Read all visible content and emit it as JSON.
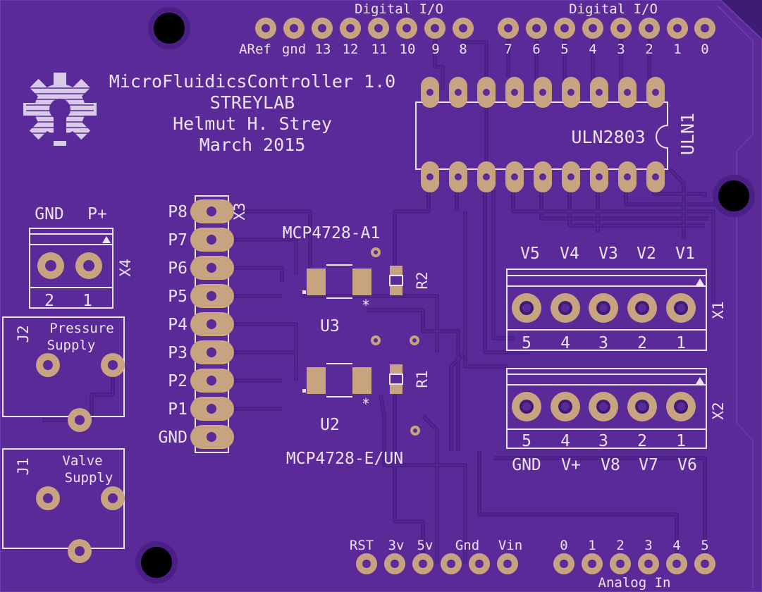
{
  "colors": {
    "background": "#3f1c74",
    "board": "#5a2a99",
    "trace": "#4a1f86",
    "trace_edge": "#6a38ad",
    "pad": "#c8a37f",
    "hole": "#5a2a99",
    "silk": "#ece3f6",
    "mount_hole": "#000000"
  },
  "logo": {
    "icon": "open-source-hardware-gear-icon"
  },
  "title_block": {
    "line1": "MicroFluidicsController 1.0",
    "line2": "STREYLAB",
    "line3": "Helmut H. Strey",
    "line4": "March 2015"
  },
  "headers": {
    "digital_label_left": "Digital I/O",
    "digital_label_right": "Digital I/O",
    "digital_pins_left": [
      "ARef",
      "gnd",
      "13",
      "12",
      "11",
      "10",
      "9",
      "8"
    ],
    "digital_pins_right": [
      "7",
      "6",
      "5",
      "4",
      "3",
      "2",
      "1",
      "0"
    ],
    "power_pins": [
      "RST",
      "3v",
      "5v",
      "Gnd",
      "Vin"
    ],
    "analog_pins": [
      "0",
      "1",
      "2",
      "3",
      "4",
      "5"
    ],
    "analog_label": "Analog In"
  },
  "uln": {
    "name": "ULN1",
    "value": "ULN2803"
  },
  "x3": {
    "name": "X3",
    "pins": [
      "P8",
      "P7",
      "P6",
      "P5",
      "P4",
      "P3",
      "P2",
      "P1",
      "GND"
    ]
  },
  "x4": {
    "name": "X4",
    "top_labels": [
      "GND",
      "P+"
    ],
    "bottom_labels": [
      "2",
      "1"
    ]
  },
  "j2": {
    "name": "J2",
    "label_line1": "Pressure",
    "label_line2": "Supply"
  },
  "j1": {
    "name": "J1",
    "label_line1": "Valve",
    "label_line2": "Supply"
  },
  "u3": {
    "name": "U3",
    "value": "MCP4728-A1",
    "mark": "*"
  },
  "u2": {
    "name": "U2",
    "value": "MCP4728-E/UN",
    "mark": "*"
  },
  "r2": {
    "name": "R2"
  },
  "r1": {
    "name": "R1"
  },
  "x1": {
    "name": "X1",
    "top_labels": [
      "V5",
      "V4",
      "V3",
      "V2",
      "V1"
    ],
    "pin_numbers": [
      "5",
      "4",
      "3",
      "2",
      "1"
    ]
  },
  "x2": {
    "name": "X2",
    "bottom_labels": [
      "GND",
      "V+",
      "V8",
      "V7",
      "V6"
    ],
    "pin_numbers": [
      "5",
      "4",
      "3",
      "2",
      "1"
    ]
  }
}
